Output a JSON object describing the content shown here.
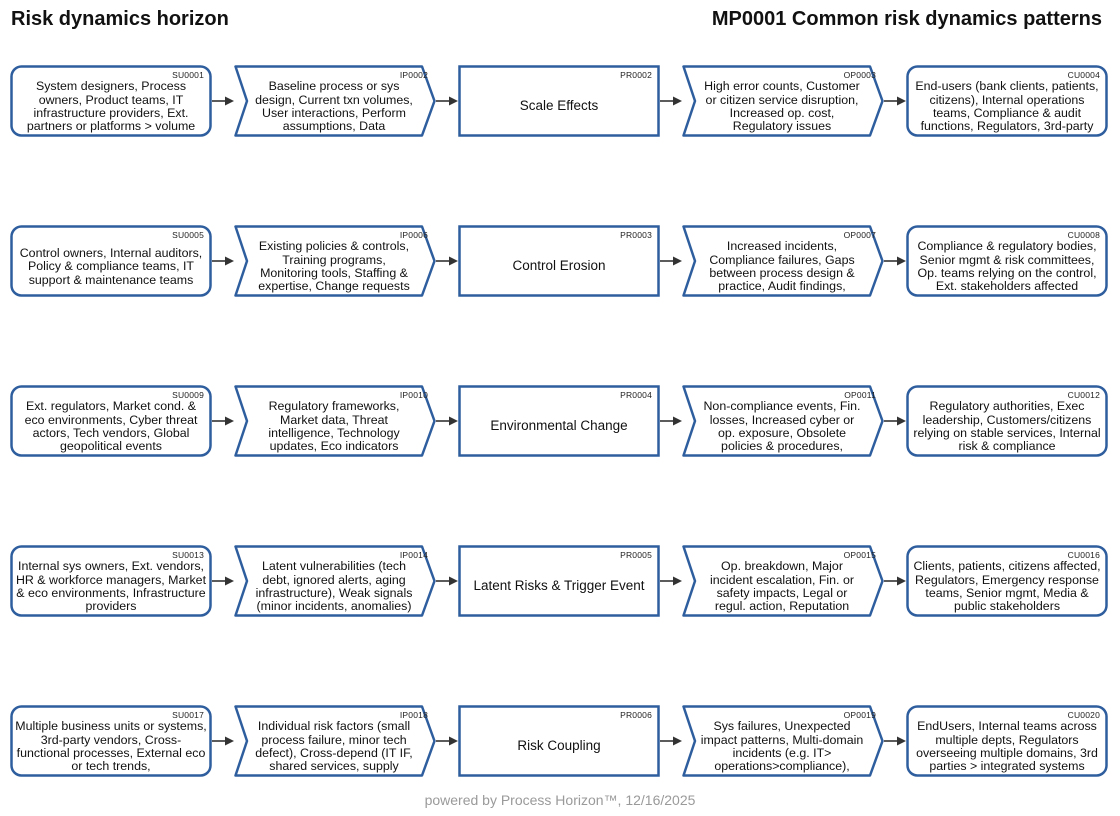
{
  "header": {
    "left_title": "Risk dynamics horizon",
    "right_title": "MP0001 Common risk dynamics patterns"
  },
  "colors": {
    "stroke": "#2f5e9e",
    "arrow": "#333333",
    "fill": "#ffffff"
  },
  "rows": [
    {
      "supplier": {
        "code": "SU0001",
        "text": "System designers, Process owners, Product teams, IT infrastructure providers, Ext. partners or platforms > volume"
      },
      "input": {
        "code": "IP0002",
        "text": "Baseline process or sys design, Current txn volumes, User interactions, Perform assumptions, Data"
      },
      "process": {
        "code": "PR0002",
        "text": "Scale Effects"
      },
      "output": {
        "code": "OP0003",
        "text": "High error counts, Customer or citizen service disruption, Increased op. cost, Regulatory issues"
      },
      "customer": {
        "code": "CU0004",
        "text": "End-users (bank clients, patients, citizens), Internal operations teams, Compliance & audit functions, Regulators, 3rd-party"
      }
    },
    {
      "supplier": {
        "code": "SU0005",
        "text": "Control owners, Internal auditors, Policy & compliance teams, IT support & maintenance teams"
      },
      "input": {
        "code": "IP0006",
        "text": "Existing policies & controls, Training programs, Monitoring tools, Staffing & expertise, Change requests"
      },
      "process": {
        "code": "PR0003",
        "text": "Control Erosion"
      },
      "output": {
        "code": "OP0007",
        "text": "Increased incidents, Compliance failures, Gaps between process design & practice, Audit findings,"
      },
      "customer": {
        "code": "CU0008",
        "text": "Compliance & regulatory bodies, Senior mgmt & risk committees, Op. teams relying on the control, Ext. stakeholders affected"
      }
    },
    {
      "supplier": {
        "code": "SU0009",
        "text": "Ext. regulators, Market cond. & eco environments, Cyber threat actors, Tech vendors, Global geopolitical events"
      },
      "input": {
        "code": "IP0010",
        "text": "Regulatory frameworks, Market data, Threat intelligence, Technology updates, Eco indicators"
      },
      "process": {
        "code": "PR0004",
        "text": "Environmental Change"
      },
      "output": {
        "code": "OP0011",
        "text": "Non-compliance events, Fin. losses, Increased cyber or op. exposure, Obsolete policies & procedures,"
      },
      "customer": {
        "code": "CU0012",
        "text": "Regulatory authorities, Exec leadership, Customers/citizens relying on stable services, Internal risk & compliance"
      }
    },
    {
      "supplier": {
        "code": "SU0013",
        "text": "Internal sys owners, Ext. vendors, HR & workforce managers, Market & eco environments, Infrastructure providers"
      },
      "input": {
        "code": "IP0014",
        "text": "Latent vulnerabilities (tech debt, ignored alerts, aging infrastructure), Weak signals (minor incidents, anomalies)"
      },
      "process": {
        "code": "PR0005",
        "text": "Latent Risks & Trigger Event"
      },
      "output": {
        "code": "OP0015",
        "text": "Op. breakdown, Major incident escalation, Fin. or safety impacts, Legal or regul. action, Reputation"
      },
      "customer": {
        "code": "CU0016",
        "text": "Clients, patients, citizens affected, Regulators, Emergency response teams, Senior mgmt, Media & public stakeholders"
      }
    },
    {
      "supplier": {
        "code": "SU0017",
        "text": "Multiple business units or systems, 3rd-party vendors, Cross-functional processes, External eco or tech trends,"
      },
      "input": {
        "code": "IP0018",
        "text": "Individual risk factors (small process failure, minor tech defect), Cross-depend (IT IF, shared services, supply"
      },
      "process": {
        "code": "PR0006",
        "text": "Risk Coupling"
      },
      "output": {
        "code": "OP0019",
        "text": "Sys failures, Unexpected impact patterns, Multi-domain incidents (e.g. IT> operations>compliance),"
      },
      "customer": {
        "code": "CU0020",
        "text": "EndUsers, Internal teams across multiple depts, Regulators overseeing multiple domains, 3rd parties > integrated systems"
      }
    }
  ],
  "footer": {
    "text": "powered by Process Horizon™, 12/16/2025"
  }
}
